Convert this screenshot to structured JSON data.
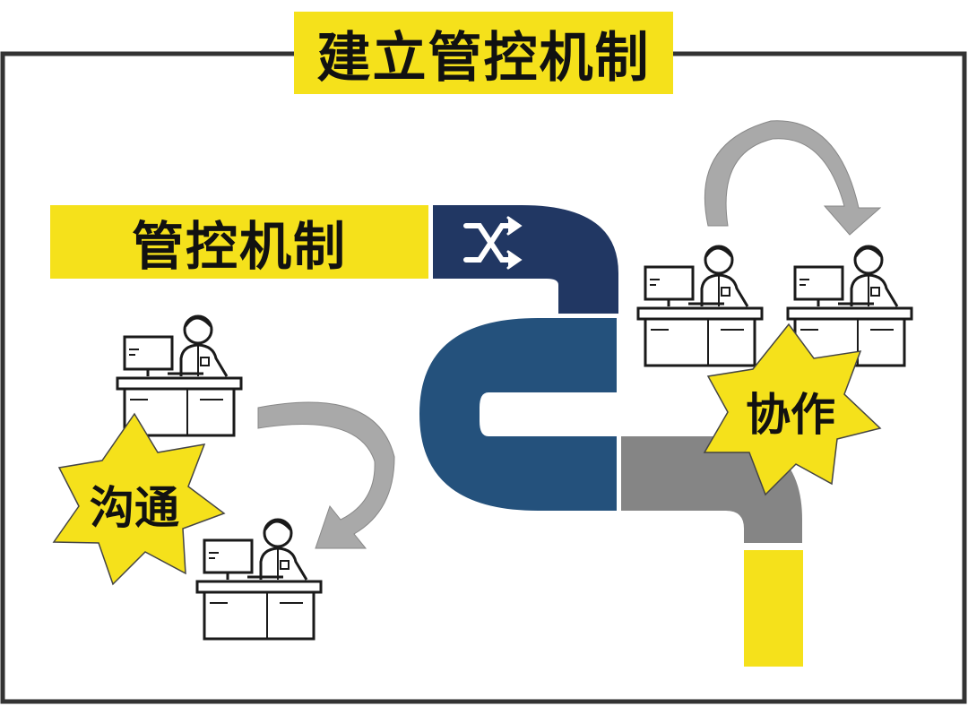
{
  "title": "建立管控机制",
  "banner": {
    "label": "管控机制"
  },
  "stars": {
    "communication": "沟通",
    "collaboration": "协作"
  },
  "icons": {
    "shuffle": "shuffle-icon",
    "worker": "person-at-computer-icon",
    "arrow": "curved-arrow-icon"
  },
  "colors": {
    "accent_yellow": "#f5e11b",
    "navy": "#213763",
    "blue": "#24517c",
    "gray": "#858585",
    "arrow_gray": "#a9a9a9",
    "border": "#333333"
  }
}
